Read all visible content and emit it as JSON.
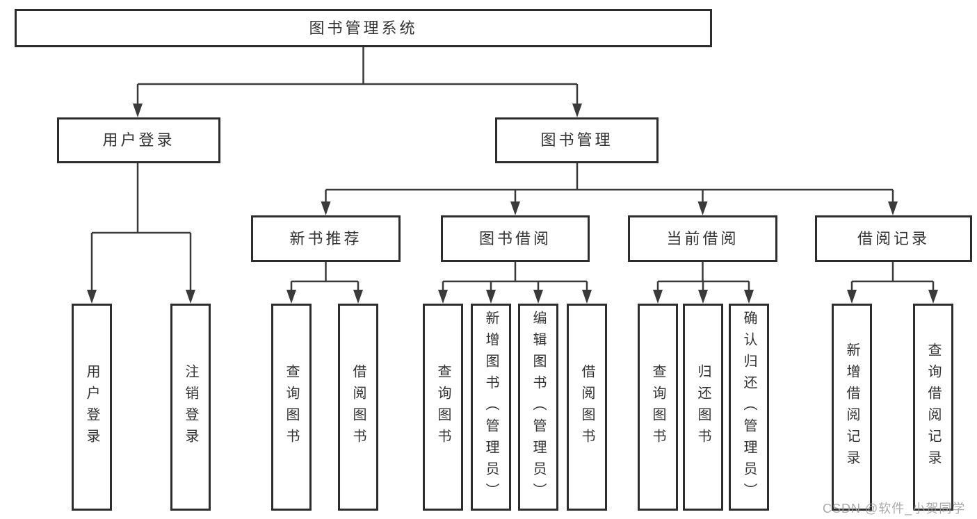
{
  "diagram": {
    "title": "图书管理系统",
    "root": {
      "label": "图书管理系统"
    },
    "level2": [
      {
        "label": "用户登录"
      },
      {
        "label": "图书管理"
      }
    ],
    "level3": [
      {
        "label": "新书推荐"
      },
      {
        "label": "图书借阅"
      },
      {
        "label": "当前借阅"
      },
      {
        "label": "借阅记录"
      }
    ],
    "leaves": [
      {
        "label": "用户登录",
        "parent": "用户登录"
      },
      {
        "label": "注销登录",
        "parent": "用户登录"
      },
      {
        "label": "查询图书",
        "parent": "新书推荐"
      },
      {
        "label": "借阅图书",
        "parent": "新书推荐"
      },
      {
        "label": "查询图书",
        "parent": "图书借阅"
      },
      {
        "label": "新增图书（管理员）",
        "parent": "图书借阅"
      },
      {
        "label": "编辑图书（管理员）",
        "parent": "图书借阅"
      },
      {
        "label": "借阅图书",
        "parent": "图书借阅"
      },
      {
        "label": "查询图书",
        "parent": "当前借阅"
      },
      {
        "label": "归还图书",
        "parent": "当前借阅"
      },
      {
        "label": "确认归还（管理员）",
        "parent": "当前借阅"
      },
      {
        "label": "新增借阅记录",
        "parent": "借阅记录"
      },
      {
        "label": "查询借阅记录",
        "parent": "借阅记录"
      }
    ]
  },
  "watermark": {
    "text": "CSDN @软件_小贺同学"
  },
  "colors": {
    "background": "#ffffff",
    "box_border": "#2d2d2d",
    "line": "#3a3a3a",
    "text": "#333333",
    "watermark": "#9c9c9c"
  }
}
